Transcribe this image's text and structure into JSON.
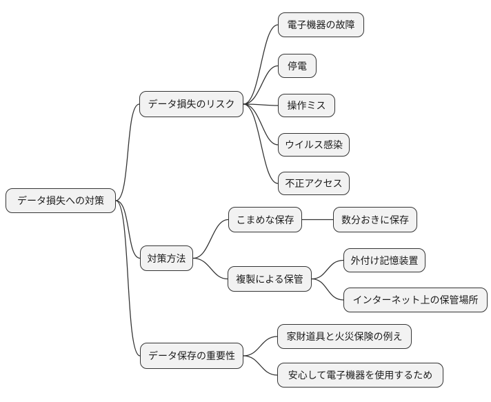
{
  "diagram": {
    "type": "mindmap",
    "root": {
      "label": "データ損失への対策"
    },
    "branches": [
      {
        "label": "データ損失のリスク",
        "children": [
          {
            "label": "電子機器の故障"
          },
          {
            "label": "停電"
          },
          {
            "label": "操作ミス"
          },
          {
            "label": "ウイルス感染"
          },
          {
            "label": "不正アクセス"
          }
        ]
      },
      {
        "label": "対策方法",
        "children": [
          {
            "label": "こまめな保存",
            "children": [
              {
                "label": "数分おきに保存"
              }
            ]
          },
          {
            "label": "複製による保管",
            "children": [
              {
                "label": "外付け記憶装置"
              },
              {
                "label": "インターネット上の保管場所"
              }
            ]
          }
        ]
      },
      {
        "label": "データ保存の重要性",
        "children": [
          {
            "label": "家財道具と火災保険の例え"
          },
          {
            "label": "安心して電子機器を使用するため"
          }
        ]
      }
    ],
    "colors": {
      "node_fill": "#f2f2f2",
      "node_border": "#333333",
      "edge": "#333333",
      "text": "#1a1a1a",
      "background": "#ffffff"
    }
  }
}
